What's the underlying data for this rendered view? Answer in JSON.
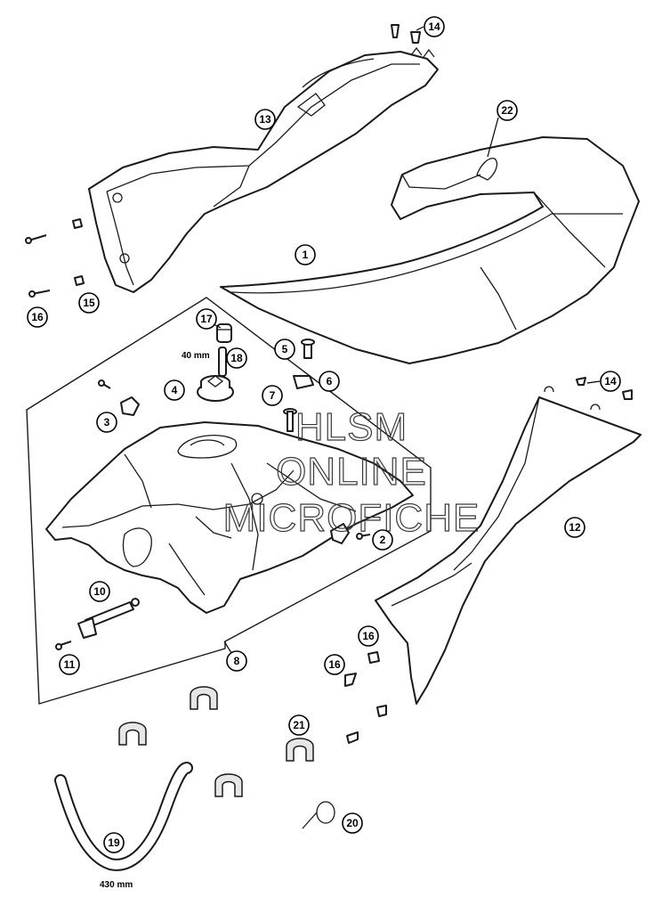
{
  "callouts": {
    "c1": "1",
    "c2": "2",
    "c3": "3",
    "c4": "4",
    "c5": "5",
    "c6": "6",
    "c7": "7",
    "c8": "8",
    "c10": "10",
    "c11": "11",
    "c12": "12",
    "c13": "13",
    "c14a": "14",
    "c14b": "14",
    "c15": "15",
    "c16a": "16",
    "c16b": "16",
    "c16c": "16",
    "c17": "17",
    "c18": "18",
    "c19": "19",
    "c20": "20",
    "c21": "21",
    "c22": "22"
  },
  "dimensions": {
    "vent_hose_length": "40 mm",
    "fuel_hose_length": "430 mm"
  },
  "watermark": {
    "line1": "HLSM",
    "line2": "ONLINE",
    "line3": "MICROFICHE"
  }
}
